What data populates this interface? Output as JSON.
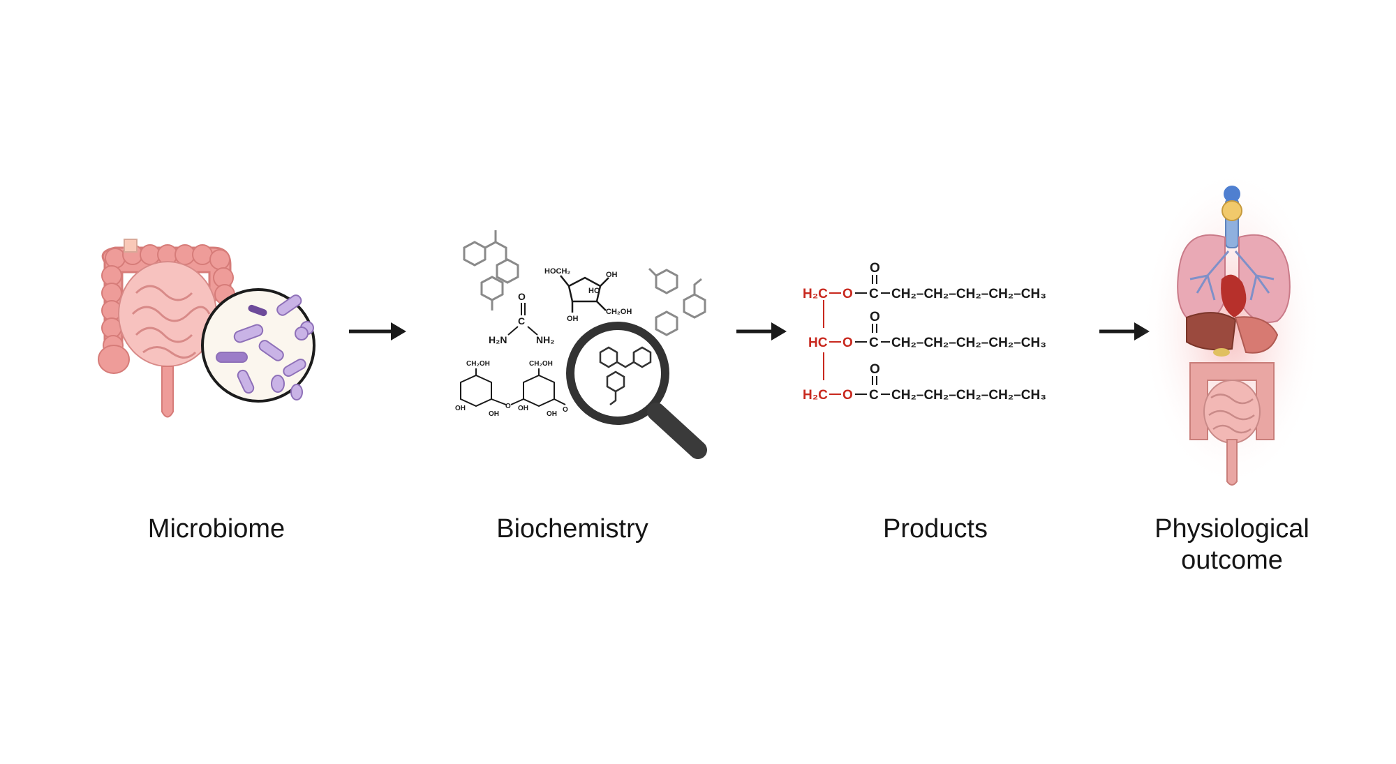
{
  "stages": [
    {
      "label": "Microbiome",
      "icon": "intestine-bacteria-icon"
    },
    {
      "label": "Biochemistry",
      "icon": "magnifier-molecules-icon"
    },
    {
      "label": "Products",
      "icon": "triglyceride-structure-icon"
    },
    {
      "label": "Physiological outcome",
      "icon": "human-organs-icon"
    }
  ],
  "biochemistry": {
    "urea": {
      "o": "O",
      "c": "C",
      "n1": "H₂N",
      "n2": "NH₂"
    },
    "furanose": {
      "a": "HOCH₂",
      "b": "OH",
      "c": "HO",
      "d": "OH",
      "e": "CH₂OH"
    },
    "disaccharide": {
      "ch2oh": "CH₂OH",
      "oh": "OH",
      "o": "O"
    }
  },
  "products": {
    "rows": [
      {
        "glycerol": "H₂C",
        "ester_o": "O",
        "carbonyl": "C",
        "carbonyl_o": "O",
        "chain": "CH₂–CH₂–CH₂–CH₂–CH₃"
      },
      {
        "glycerol": "HC",
        "ester_o": "O",
        "carbonyl": "C",
        "carbonyl_o": "O",
        "chain": "CH₂–CH₂–CH₂–CH₂–CH₃"
      },
      {
        "glycerol": "H₂C",
        "ester_o": "O",
        "carbonyl": "C",
        "carbonyl_o": "O",
        "chain": "CH₂–CH₂–CH₂–CH₂–CH₃"
      }
    ]
  },
  "colors": {
    "glycerol_red": "#c8281e",
    "arrow": "#1a1a1a",
    "intestine": "#f2b3b0",
    "bacteria": "#b49ad6",
    "text": "#151515"
  }
}
